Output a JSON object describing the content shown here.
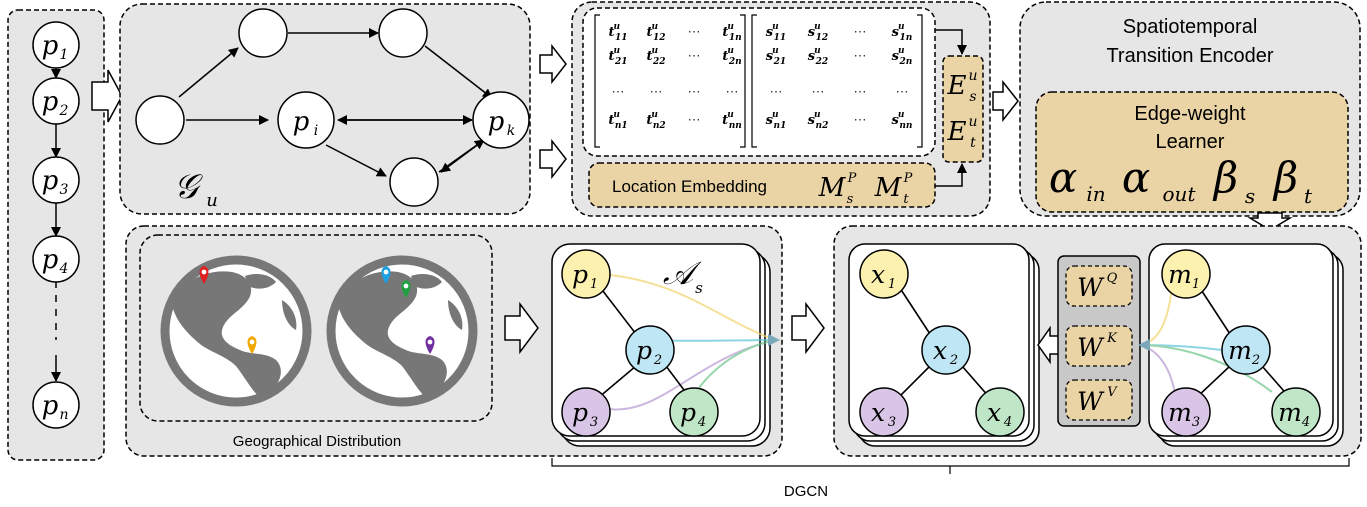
{
  "colors": {
    "panel_fill": "#e6e6e6",
    "tan_fill": "#ead4a5",
    "dark_panel": "#c8c8c8",
    "node_yellow": "#fdf1b0",
    "node_blue": "#bfe6f4",
    "node_purple": "#d9c6e6",
    "node_green": "#bfe6c6",
    "globe_gray": "#777777",
    "pin_red": "#e02020",
    "pin_yellow": "#f0a800",
    "pin_blue": "#1ea0e0",
    "pin_green": "#20a040",
    "pin_purple": "#7030a0"
  },
  "sequence": {
    "nodes": [
      "p",
      "p",
      "p",
      "p",
      "p"
    ],
    "subs": [
      "1",
      "2",
      "3",
      "4",
      "n"
    ]
  },
  "graph_panel": {
    "node_pi": "p",
    "node_pi_sub": "i",
    "node_pk": "p",
    "node_pk_sub": "k",
    "graph_label": "𝒢",
    "graph_label_sub": "u"
  },
  "matrix_panel": {
    "t_matrix": [
      [
        "t11",
        "t12",
        "⋯",
        "t1n"
      ],
      [
        "t21",
        "t22",
        "⋯",
        "t2n"
      ],
      [
        "⋯",
        "⋯",
        "⋯",
        "⋯"
      ],
      [
        "tn1",
        "tn2",
        "⋯",
        "tnn"
      ]
    ],
    "s_matrix": [
      [
        "s11",
        "s12",
        "⋯",
        "s1n"
      ],
      [
        "s21",
        "s22",
        "⋯",
        "s2n"
      ],
      [
        "⋯",
        "⋯",
        "⋯",
        "⋯"
      ],
      [
        "sn1",
        "sn2",
        "⋯",
        "snn"
      ]
    ],
    "superscript": "u",
    "es": "E",
    "es_sub": "s",
    "es_sup": "u",
    "et": "E",
    "et_sub": "t",
    "et_sup": "u",
    "location_embedding_label": "Location Embedding",
    "ms": "M",
    "ms_sub": "s",
    "ms_sup": "P",
    "mt": "M",
    "mt_sub": "t",
    "mt_sup": "P"
  },
  "encoder_panel": {
    "title_line1": "Spatiotemporal",
    "title_line2": "Transition Encoder",
    "learner_line1": "Edge-weight",
    "learner_line2": "Learner",
    "alpha": "α",
    "alpha_in_sub": "in",
    "alpha_out_sub": "out",
    "beta": "β",
    "beta_s_sub": "s",
    "beta_t_sub": "t"
  },
  "geo_panel": {
    "caption": "Geographical Distribution",
    "graph_label": "𝒜",
    "graph_label_sub": "s",
    "nodes": [
      "p",
      "p",
      "p",
      "p"
    ],
    "node_subs": [
      "1",
      "2",
      "3",
      "4"
    ]
  },
  "attention_panel": {
    "x_nodes": [
      "x",
      "x",
      "x",
      "x"
    ],
    "x_subs": [
      "1",
      "2",
      "3",
      "4"
    ],
    "m_nodes": [
      "m",
      "m",
      "m",
      "m"
    ],
    "m_subs": [
      "1",
      "2",
      "3",
      "4"
    ],
    "w": "W",
    "wq_sup": "Q",
    "wk_sup": "K",
    "wv_sup": "V"
  },
  "footer": {
    "label": "DGCN"
  }
}
